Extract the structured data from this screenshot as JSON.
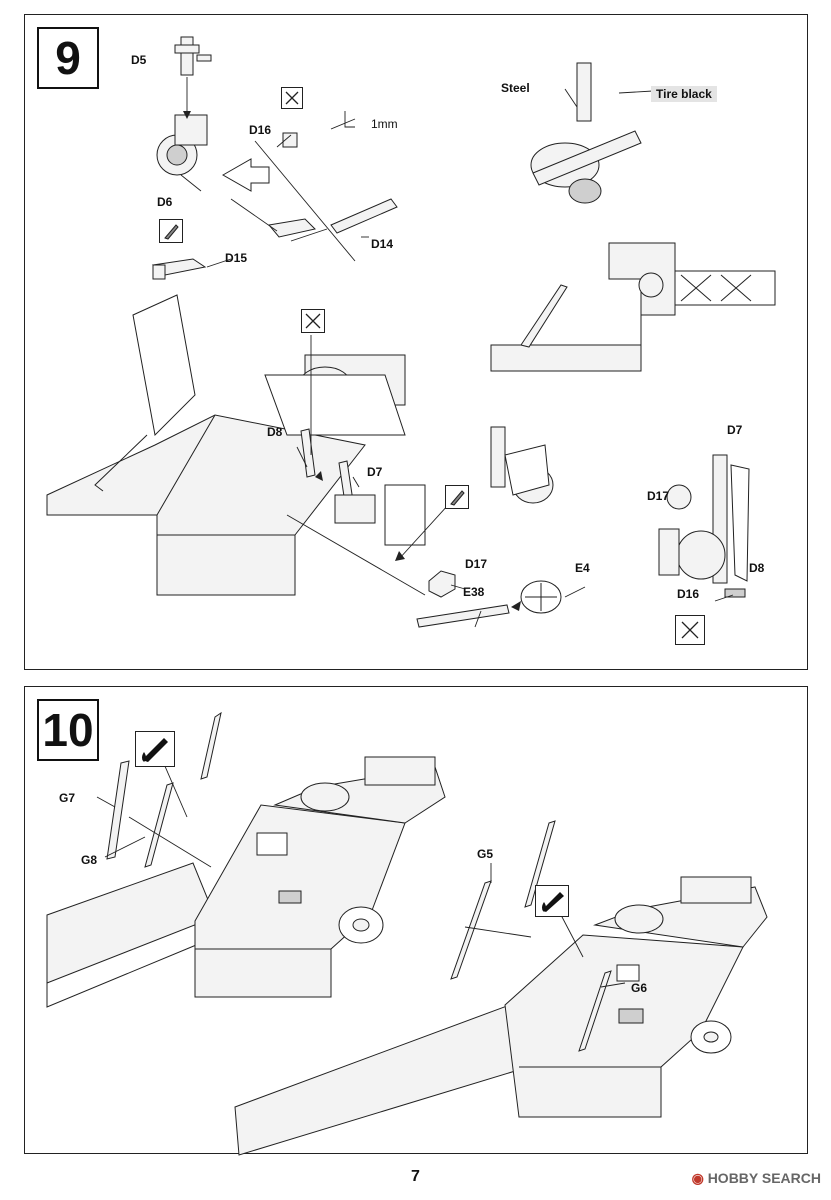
{
  "page": {
    "number": "7"
  },
  "watermark": {
    "text": "HOBBY SEARCH"
  },
  "step9": {
    "number": "9",
    "labels": {
      "d5": "D5",
      "d16": "D16",
      "mm": "1mm",
      "d6": "D6",
      "d15": "D15",
      "d14": "D14",
      "d8": "D8",
      "d7": "D7",
      "d17": "D17",
      "e38": "E38",
      "e4": "E4",
      "d7b": "D7",
      "d17b": "D17",
      "d8b": "D8",
      "d16b": "D16"
    },
    "paints": {
      "steel": "Steel",
      "tire_black": "Tire black"
    }
  },
  "step10": {
    "number": "10",
    "labels": {
      "g7": "G7",
      "g8": "G8",
      "g5": "G5",
      "g6": "G6"
    }
  },
  "colors": {
    "line": "#222222",
    "fill": "#f3f3f3",
    "shade": "#cfcfcf",
    "paint_tag": "#e4e4e4"
  },
  "icons": [
    "cutter-icon",
    "glue-icon",
    "no-glue-icon",
    "arrow-icon",
    "glue-drop-icon"
  ]
}
